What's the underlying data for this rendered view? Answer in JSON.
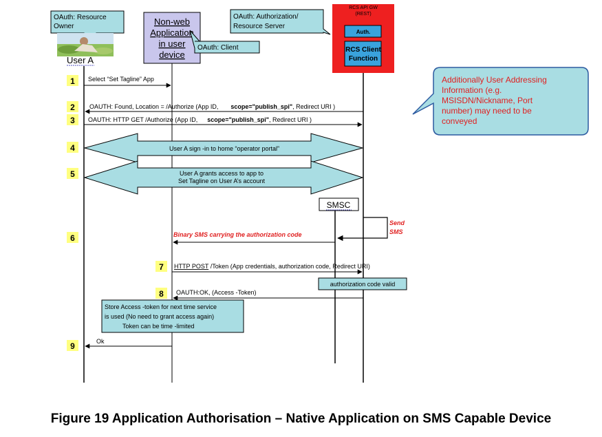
{
  "actors": {
    "resource_owner_note": [
      "OAuth: Resource",
      "Owner"
    ],
    "user_label": "User A",
    "app_box": [
      "Non-web",
      "Application",
      "in user",
      "device"
    ],
    "client_note": "OAuth: Client",
    "server_note": [
      "OAuth: Authorization/",
      "Resource Server"
    ],
    "gw_title": [
      "RCS API GW",
      "(REST)"
    ],
    "auth_label": "Auth.",
    "rcs_client": [
      "RCS Client",
      "Function"
    ],
    "smsc_label": "SMSC"
  },
  "steps": {
    "s1": {
      "num": "1",
      "text": "Select “Set Tagline” App"
    },
    "s2": {
      "num": "2",
      "pre": "OAUTH: Found, Location = /Authorize (App ID,",
      "scope": "scope=\"publish_spi\"",
      "post": ", Redirect URI )"
    },
    "s3": {
      "num": "3",
      "pre": "OAUTH: HTTP GET /Authorize (App ID,",
      "scope": "scope=\"publish_spi\"",
      "post": ", Redirect URI )"
    },
    "s4": {
      "num": "4",
      "text": "User A sign -in to home “operator portal”"
    },
    "s5": {
      "num": "5",
      "lines": [
        "User A grants access to app to",
        "Set Tagline on User A’s account"
      ]
    },
    "s6": {
      "num": "6",
      "text": "Binary SMS carrying the authorization code",
      "send_sms": [
        "Send",
        "SMS"
      ]
    },
    "s7": {
      "num": "7",
      "link": "HTTP POST",
      "text": "/Token (App credentials, authorization code, Redirect URI)",
      "valid": "authorization code valid"
    },
    "s8": {
      "num": "8",
      "text": "OAUTH:OK, (Access  -Token)",
      "store_note": [
        "Store Access -token for next time service",
        "is used (No need to grant access again)",
        "Token can be time -limited"
      ]
    },
    "s9": {
      "num": "9",
      "text": "Ok"
    }
  },
  "addressing_note": [
    "Additionally User Addressing",
    "Information (e.g.",
    "MSISDN/Nickname, Port",
    "number) may need to be",
    "conveyed"
  ],
  "caption": "Figure 19 Application Authorisation – Native Application on SMS Capable Device",
  "colors": {
    "note_fill": "#a9dde3",
    "app_box_fill": "#c9c6ec",
    "gw_red": "#ee2020",
    "auth_blue": "#3aa3dc",
    "number_yellow": "#ffff80",
    "red_text": "#e02020"
  }
}
